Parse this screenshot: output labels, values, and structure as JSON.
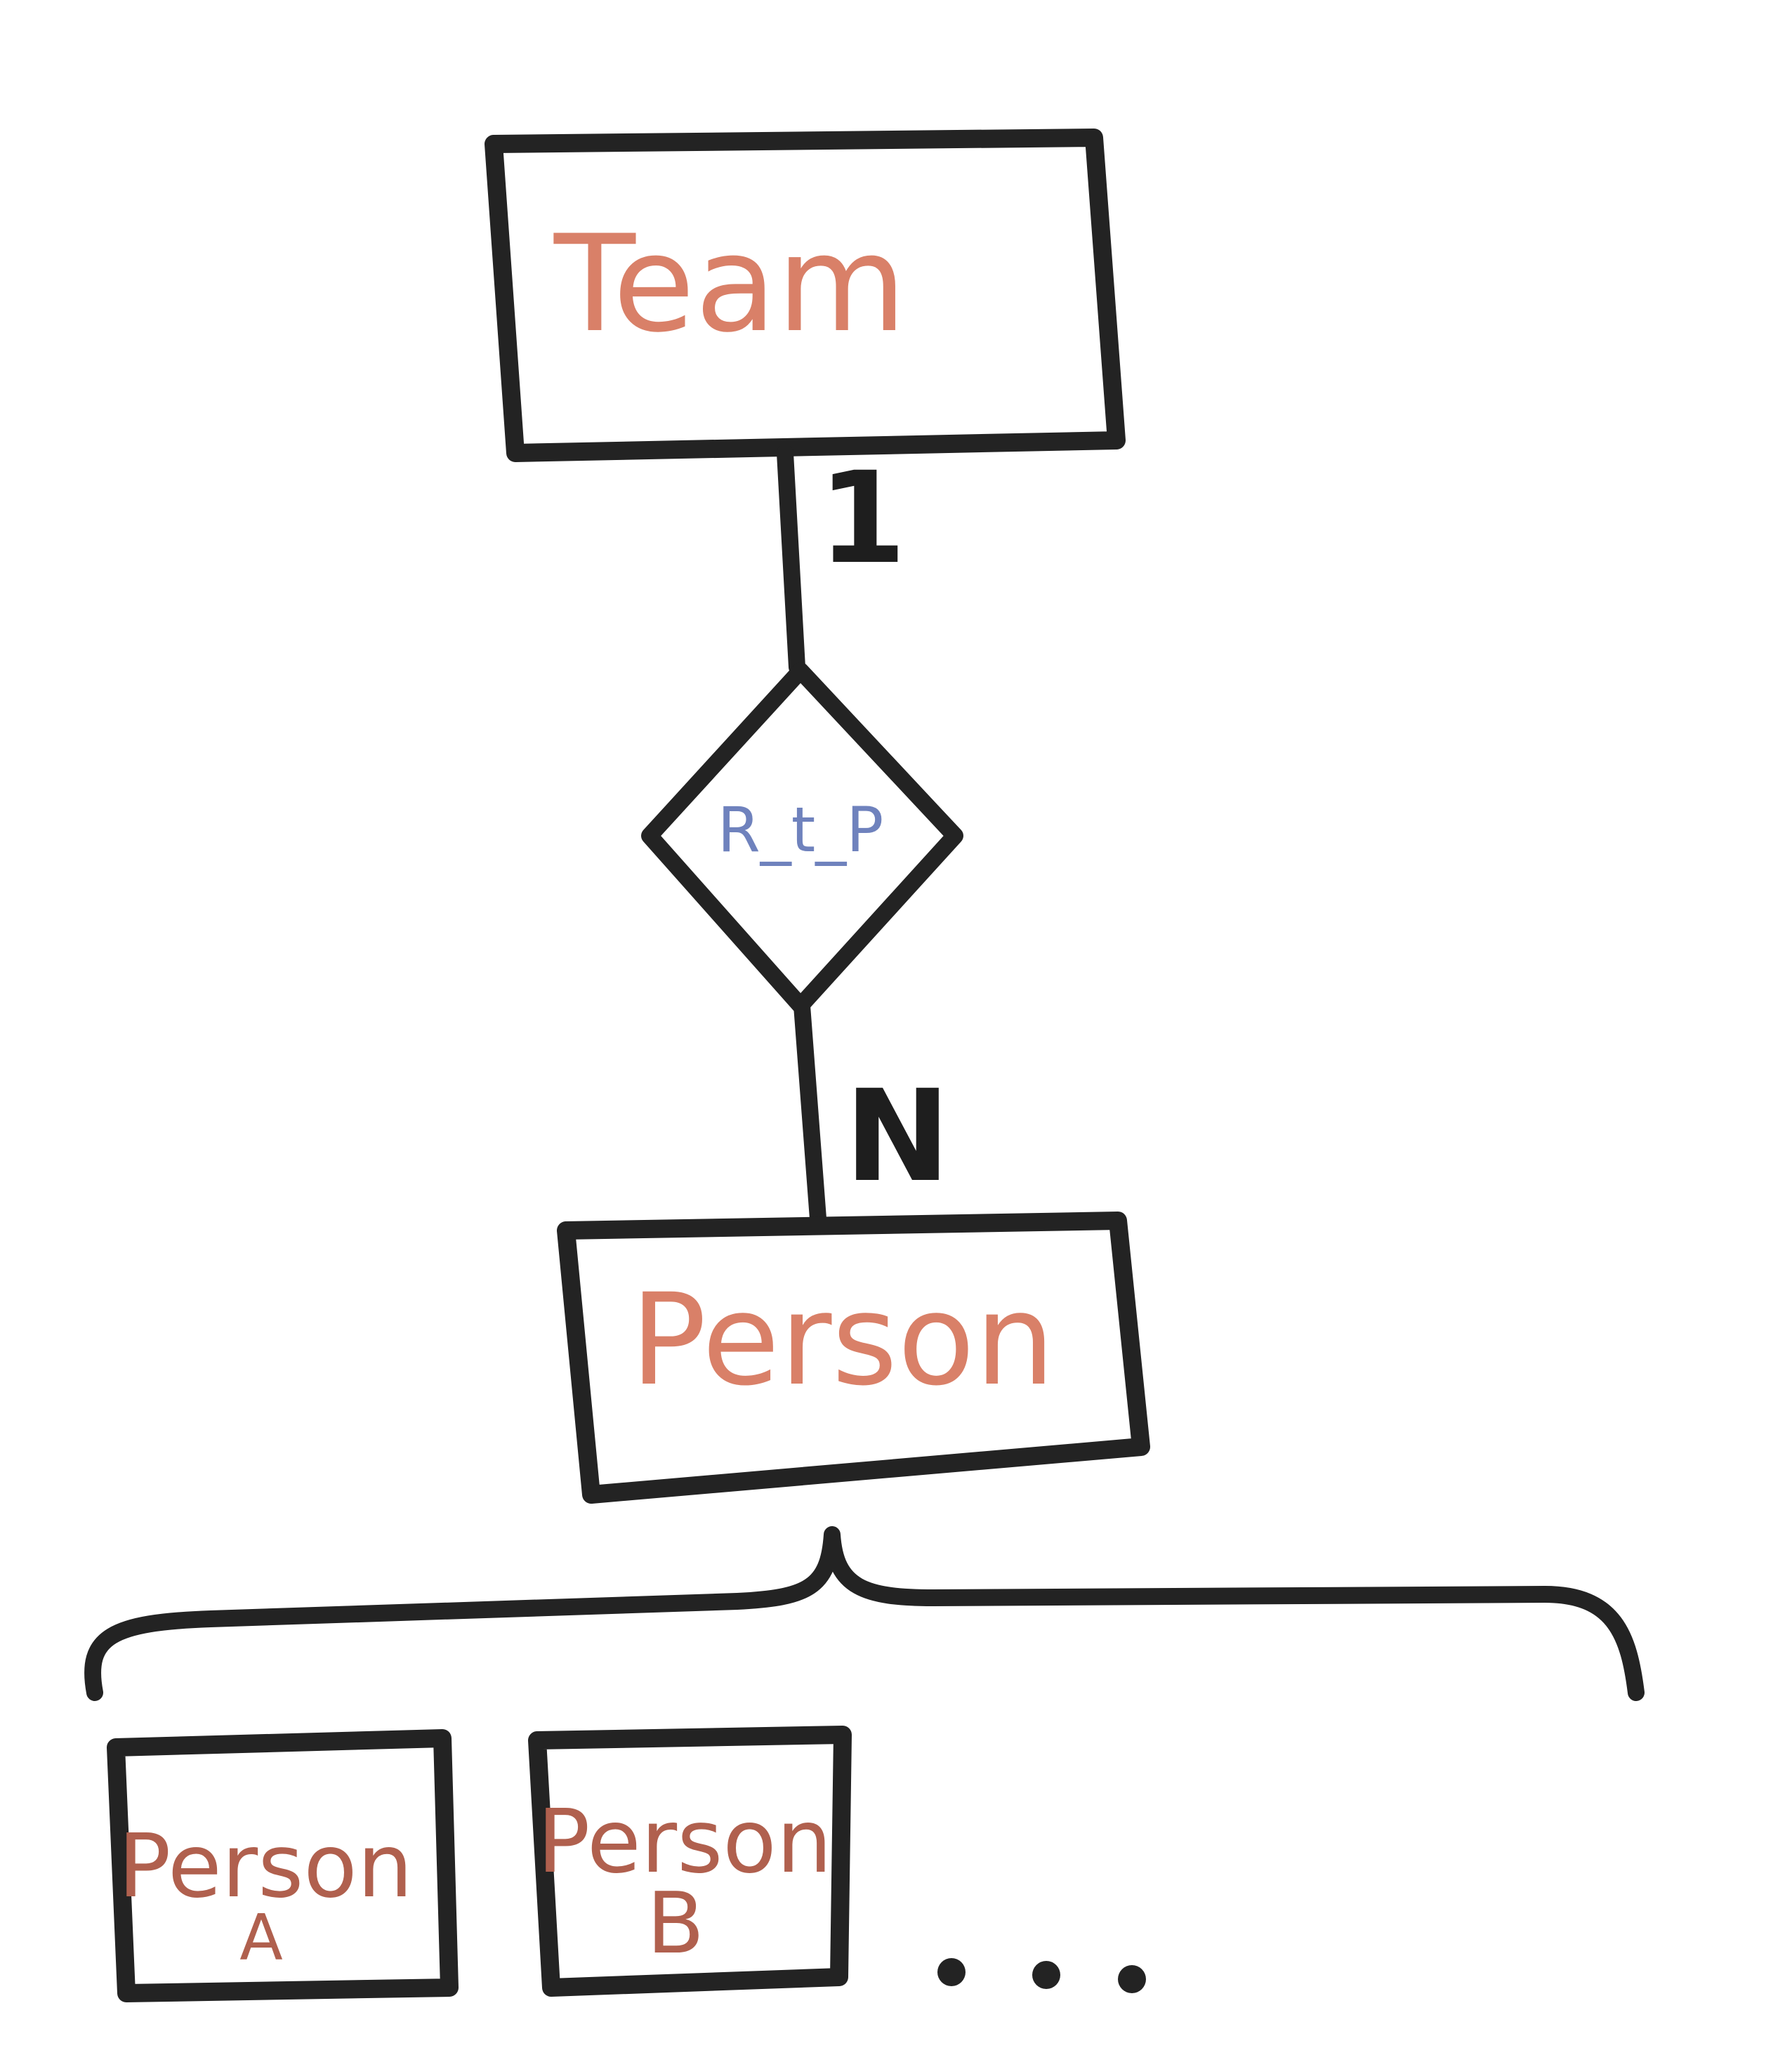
{
  "diagram": {
    "entities": {
      "team": "Team",
      "person": "Person"
    },
    "relationship": {
      "label": "R_t_P"
    },
    "cardinality": {
      "team_side": "1",
      "person_side": "N"
    },
    "instances": [
      {
        "line1": "Person",
        "line2": "A"
      },
      {
        "line1": "Person",
        "line2": "B"
      }
    ],
    "more_indicator": "..."
  },
  "colors": {
    "ink": "#232323",
    "entity_text": "#d98068",
    "instance_text": "#b0604e",
    "relationship_text": "#6f82bd"
  }
}
